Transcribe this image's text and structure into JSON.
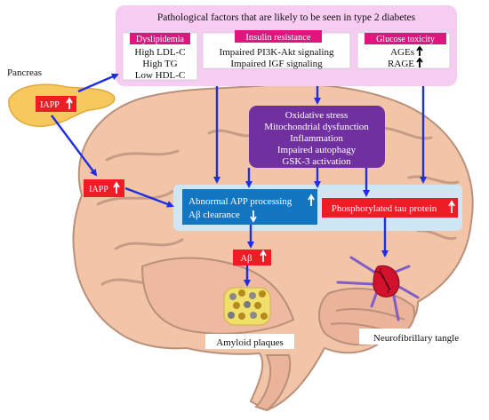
{
  "title": "Pathological factors that are likely to be seen in type 2 diabetes",
  "dyslipidemia": {
    "header": "Dyslipidemia",
    "items": [
      "High LDL-C",
      "High TG",
      "Low HDL-C"
    ]
  },
  "insulin_resistance": {
    "header": "Insulin resistance",
    "items": [
      "Impaired PI3K-Akt signaling",
      "Impaired IGF signaling"
    ]
  },
  "glucose_toxicity": {
    "header": "Glucose toxicity",
    "items": [
      "AGEs",
      "RAGE"
    ]
  },
  "pancreas_label": "Pancreas",
  "iapp_label": "IAPP",
  "stress_box": {
    "items": [
      "Oxidative stress",
      "Mitochondrial dysfunction",
      "Inflammation",
      "Impaired autophagy",
      "GSK-3 activation"
    ]
  },
  "app_box": {
    "line1": "Abnormal APP processing",
    "line2": "Aβ clearance"
  },
  "tau_box": "Phosphorylated tau protein",
  "abeta_label": "Aβ",
  "amyloid_label": "Amyloid plaques",
  "tangle_label": "Neurofibrillary tangle",
  "colors": {
    "pink_bg": "#f6ccf2",
    "magenta": "#e0157e",
    "purple": "#7030a0",
    "blue_box": "#1475c1",
    "red_box": "#ee1c24",
    "light_blue": "#cfe6f5",
    "arrow_blue": "#1e2fe0",
    "brain": "#f3c5a8"
  }
}
